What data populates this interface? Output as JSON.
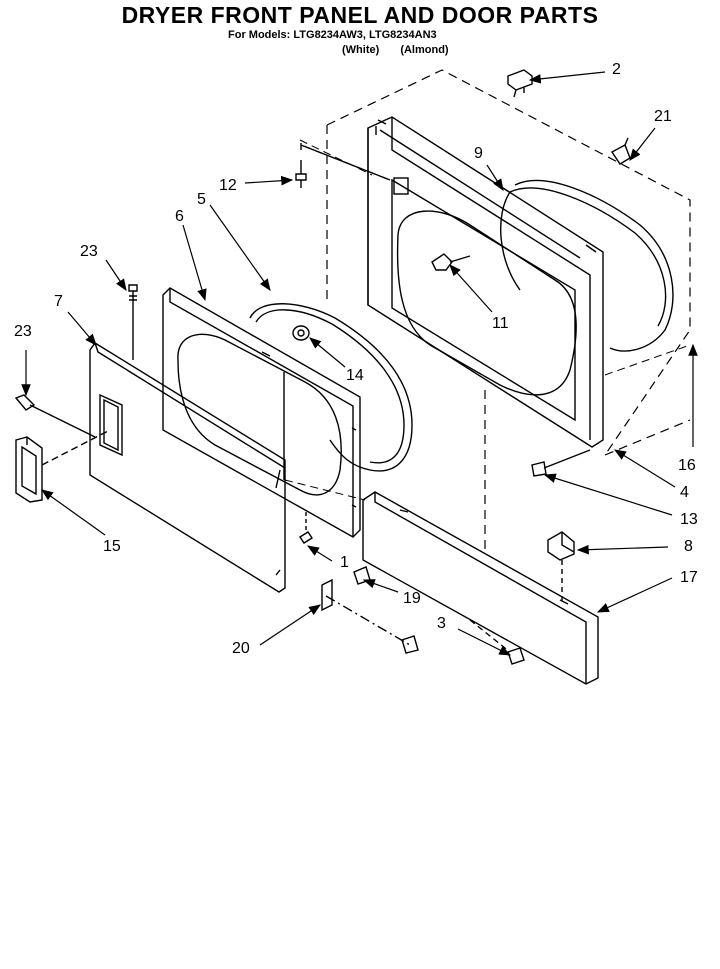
{
  "header": {
    "title": "DRYER FRONT PANEL AND DOOR PARTS",
    "models_line": "For Models: LTG8234AW3, LTG8234AN3",
    "variants": [
      "(White)",
      "(Almond)"
    ]
  },
  "callouts": [
    {
      "id": "callout-2",
      "label": "2"
    },
    {
      "id": "callout-21",
      "label": "21"
    },
    {
      "id": "callout-9",
      "label": "9"
    },
    {
      "id": "callout-12",
      "label": "12"
    },
    {
      "id": "callout-6",
      "label": "6"
    },
    {
      "id": "callout-5",
      "label": "5"
    },
    {
      "id": "callout-23a",
      "label": "23"
    },
    {
      "id": "callout-7",
      "label": "7"
    },
    {
      "id": "callout-23b",
      "label": "23"
    },
    {
      "id": "callout-11",
      "label": "11"
    },
    {
      "id": "callout-14",
      "label": "14"
    },
    {
      "id": "callout-16",
      "label": "16"
    },
    {
      "id": "callout-4",
      "label": "4"
    },
    {
      "id": "callout-13",
      "label": "13"
    },
    {
      "id": "callout-15",
      "label": "15"
    },
    {
      "id": "callout-1",
      "label": "1"
    },
    {
      "id": "callout-8",
      "label": "8"
    },
    {
      "id": "callout-17",
      "label": "17"
    },
    {
      "id": "callout-19",
      "label": "19"
    },
    {
      "id": "callout-3",
      "label": "3"
    },
    {
      "id": "callout-20",
      "label": "20"
    }
  ]
}
